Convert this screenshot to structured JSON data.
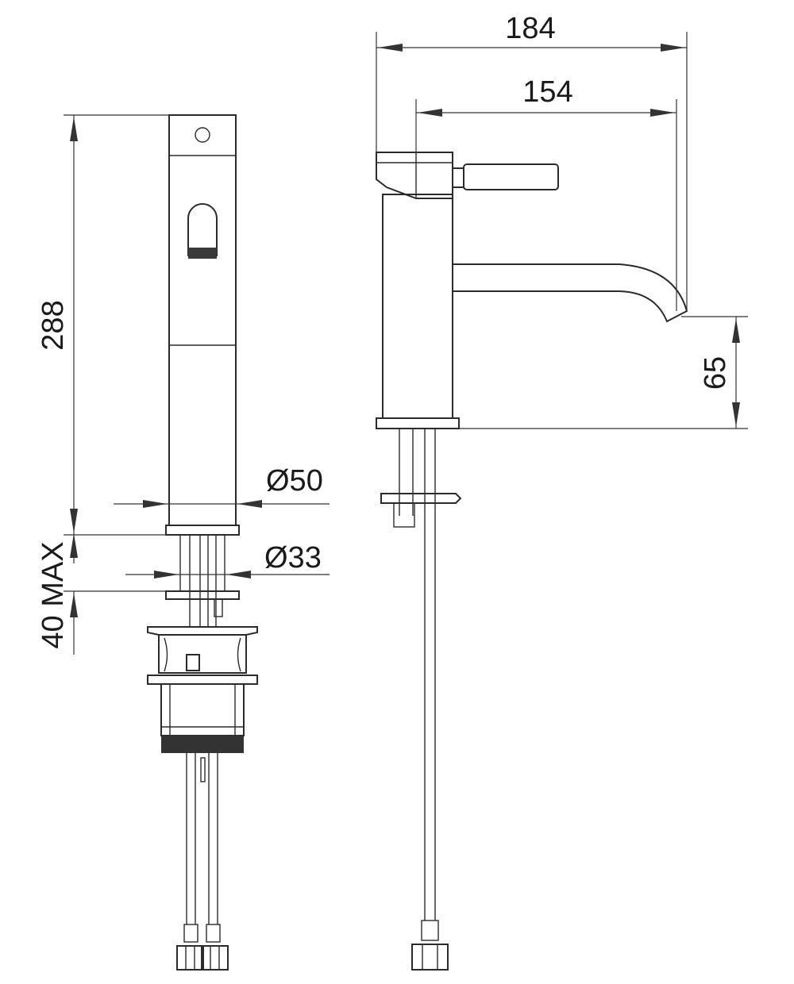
{
  "dimensions": {
    "overall_width": "184",
    "spout_reach": "154",
    "total_height": "288",
    "spout_height": "65",
    "body_diameter": "Ø50",
    "hole_diameter": "Ø33",
    "max_deck_thickness": "40 MAX"
  },
  "colors": {
    "line": "#2b2b2b",
    "background": "#ffffff"
  }
}
